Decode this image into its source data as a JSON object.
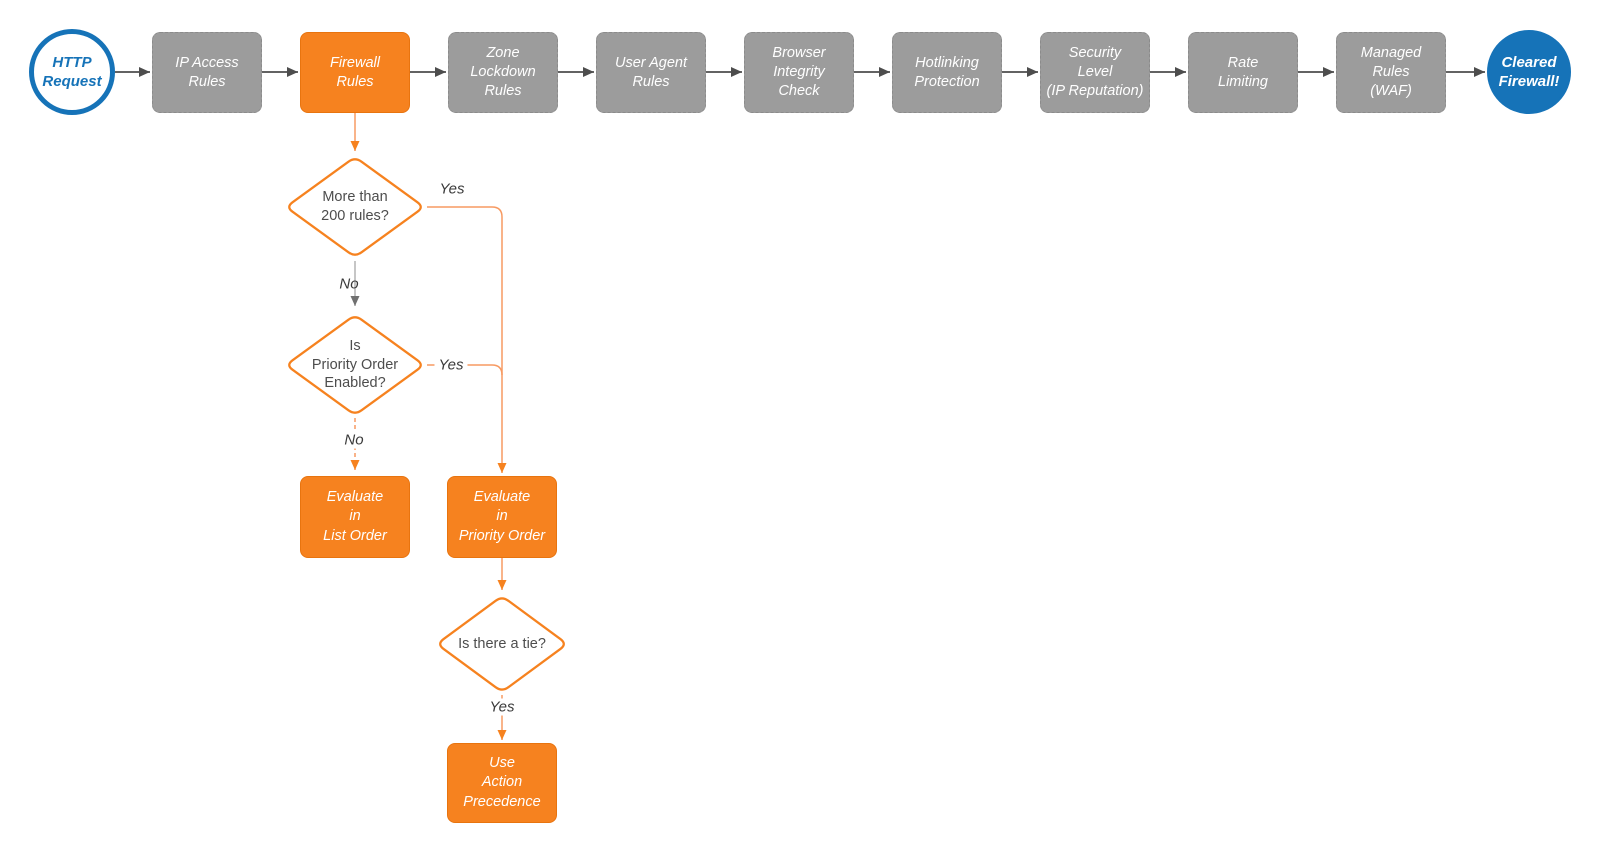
{
  "diagram": {
    "colors": {
      "accent_orange": "#f6821f",
      "edge_orange": "#f79a62",
      "brand_blue": "#1673b8",
      "process_gray": "#9c9c9c",
      "arrow_dark": "#4d4d4d"
    },
    "pipeline": [
      {
        "id": "http-request",
        "label": "HTTP\nRequest"
      },
      {
        "id": "ip-access-rules",
        "label": "IP Access\nRules"
      },
      {
        "id": "firewall-rules",
        "label": "Firewall\nRules"
      },
      {
        "id": "zone-lockdown-rules",
        "label": "Zone\nLockdown\nRules"
      },
      {
        "id": "user-agent-rules",
        "label": "User Agent\nRules"
      },
      {
        "id": "browser-integrity-check",
        "label": "Browser\nIntegrity\nCheck"
      },
      {
        "id": "hotlinking-protection",
        "label": "Hotlinking\nProtection"
      },
      {
        "id": "security-level",
        "label": "Security\nLevel\n(IP Reputation)"
      },
      {
        "id": "rate-limiting",
        "label": "Rate\nLimiting"
      },
      {
        "id": "managed-rules-waf",
        "label": "Managed\nRules\n(WAF)"
      },
      {
        "id": "cleared-firewall",
        "label": "Cleared\nFirewall!"
      }
    ],
    "decisions": [
      {
        "id": "more-than-200-rules",
        "label": "More than\n200 rules?"
      },
      {
        "id": "priority-order-enabled",
        "label": "Is\nPriority Order\nEnabled?"
      },
      {
        "id": "is-there-a-tie",
        "label": "Is there a tie?"
      }
    ],
    "actions": [
      {
        "id": "evaluate-list-order",
        "label": "Evaluate\nin\nList Order"
      },
      {
        "id": "evaluate-priority-order",
        "label": "Evaluate\nin\nPriority Order"
      },
      {
        "id": "use-action-precedence",
        "label": "Use\nAction\nPrecedence"
      }
    ],
    "edge_labels": [
      {
        "id": "yes-1",
        "label": "Yes"
      },
      {
        "id": "no-1",
        "label": "No"
      },
      {
        "id": "yes-2",
        "label": "Yes"
      },
      {
        "id": "no-2",
        "label": "No"
      },
      {
        "id": "yes-3",
        "label": "Yes"
      }
    ]
  }
}
